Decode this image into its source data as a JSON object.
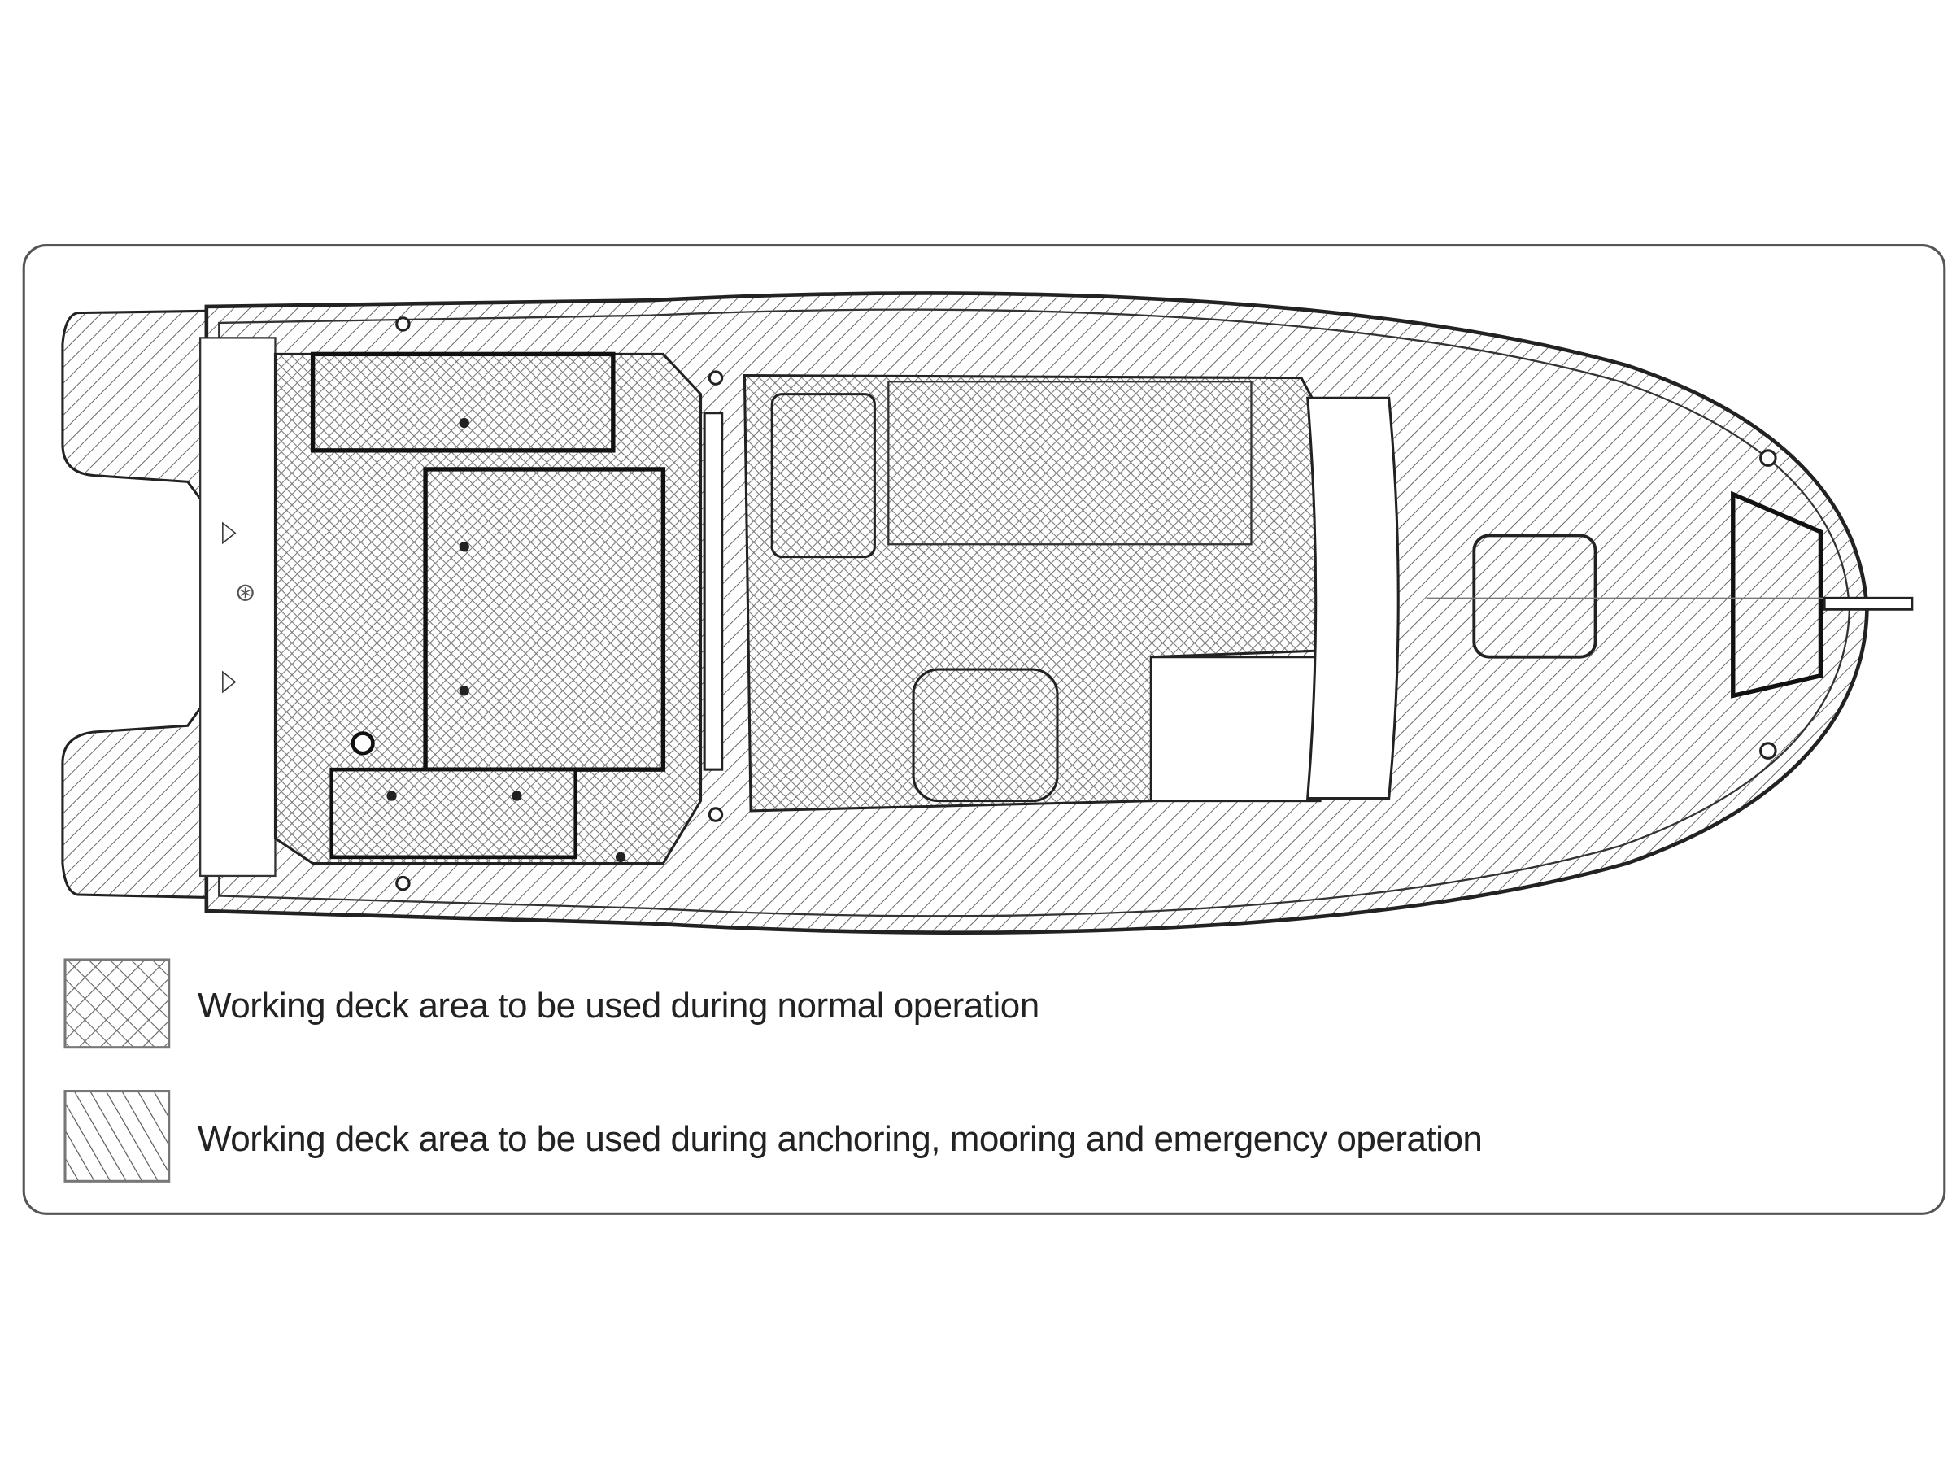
{
  "diagram": {
    "type": "boat deck plan",
    "colors": {
      "outline": "#222222",
      "hatch": "#555555",
      "panel_border": "#555555",
      "background": "#ffffff"
    }
  },
  "legend": {
    "items": [
      {
        "pattern": "crosshatch",
        "label": "Working deck area to be used during normal operation"
      },
      {
        "pattern": "diagonal-hatch",
        "label": "Working deck area to be used during anchoring, mooring and emergency operation"
      }
    ]
  }
}
